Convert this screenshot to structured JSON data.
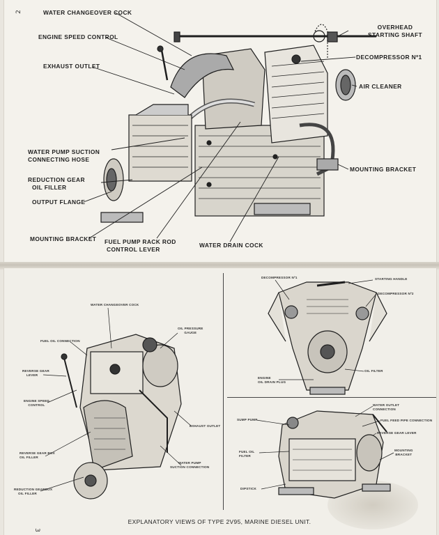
{
  "pages": {
    "top_number": "2",
    "bottom_number": "3"
  },
  "top_labels": {
    "water_changeover_cock": "WATER CHANGEOVER COCK",
    "engine_speed_control": "ENGINE SPEED CONTROL",
    "exhaust_outlet": "EXHAUST OUTLET",
    "water_pump_suction_1": "WATER PUMP SUCTION",
    "water_pump_suction_2": "CONNECTING HOSE",
    "reduction_gear_1": "REDUCTION GEAR",
    "reduction_gear_2": "OIL FILLER",
    "output_flange": "OUTPUT FLANGE",
    "mounting_bracket_left": "MOUNTING BRACKET",
    "fuel_pump_1": "FUEL PUMP RACK ROD",
    "fuel_pump_2": "CONTROL LEVER",
    "water_drain_cock": "WATER DRAIN COCK",
    "overhead_1": "OVERHEAD",
    "overhead_2": "STARTING SHAFT",
    "decompressor": "DECOMPRESSOR Nº1",
    "air_cleaner": "AIR CLEANER",
    "mounting_bracket_right": "MOUNTING BRACKET"
  },
  "bottom_left_labels": {
    "water_changeover_cock": "WATER CHANGEOVER COCK",
    "oil_pressure_1": "OIL PRESSURE",
    "oil_pressure_2": "GAUGE",
    "fuel_oil_connection": "FUEL OIL CONNECTION",
    "reverse_gear_1": "REVERSE GEAR",
    "reverse_gear_2": "LEVER",
    "engine_speed_1": "ENGINE SPEED",
    "engine_speed_2": "CONTROL",
    "exhaust_outlet": "EXHAUST OUTLET",
    "reverse_gear_box_1": "REVERSE GEAR BOX",
    "reverse_gear_box_2": "OIL FILLER",
    "water_pump_1": "WATER PUMP",
    "water_pump_2": "SUCTION CONNECTION",
    "reduction_gearbox_1": "REDUCTION GEARBOX",
    "reduction_gearbox_2": "OIL FILLER"
  },
  "bottom_right_top_labels": {
    "decompressor_1": "DECOMPRESSOR Nº1",
    "starting_handle": "STARTING HANDLE",
    "decompressor_2": "DECOMPRESSOR Nº2",
    "engine_oil_1": "ENGINE",
    "engine_oil_2": "OIL DRAIN PLUG",
    "oil_filter": "OIL FILTER"
  },
  "bottom_right_bottom_labels": {
    "water_outlet_1": "WATER OUTLET",
    "water_outlet_2": "CONNECTION",
    "sump_pump": "SUMP PUMP",
    "fuel_feed": "FUEL FEED PIPE CONNECTION",
    "reverse_gear_lever": "REVERSE GEAR LEVER",
    "fuel_oil_1": "FUEL OIL",
    "fuel_oil_2": "FILTER",
    "mounting_1": "MOUNTING",
    "mounting_2": "BRACKET",
    "dipstick": "DIPSTICK"
  },
  "caption": "EXPLANATORY VIEWS OF TYPE 2V95, MARINE DIESEL UNIT."
}
